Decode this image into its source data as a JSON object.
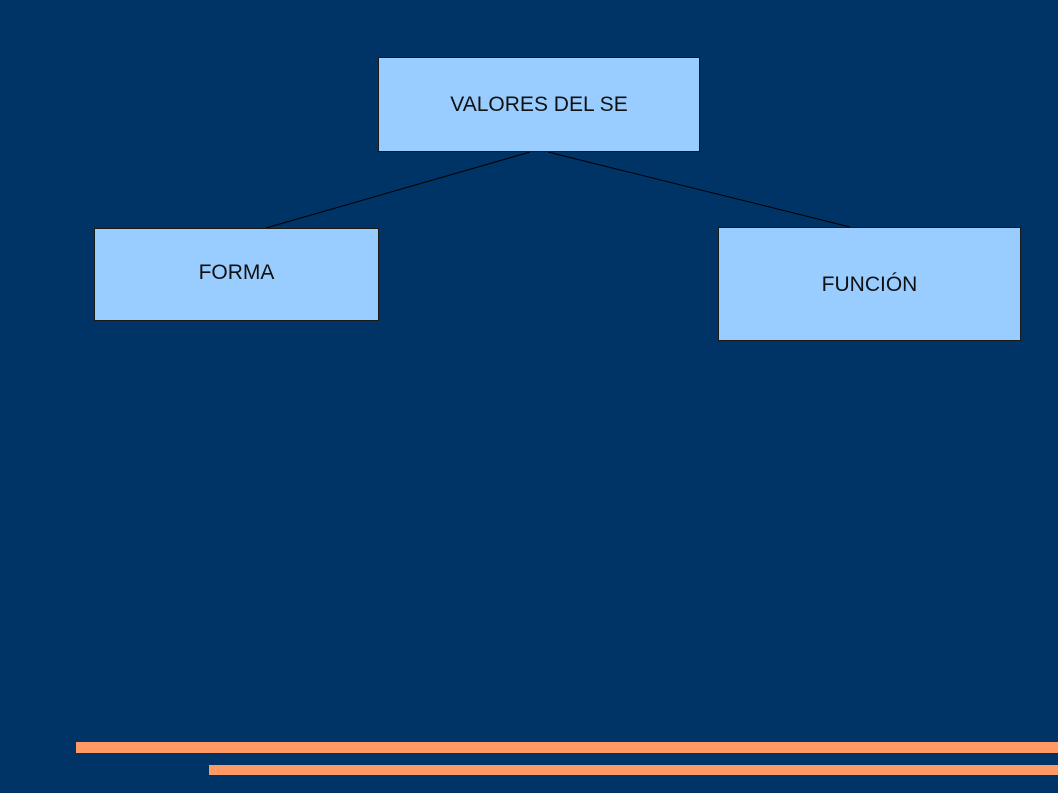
{
  "diagram": {
    "nodes": {
      "root": {
        "label": "VALORES DEL SE"
      },
      "left": {
        "label": "FORMA"
      },
      "right": {
        "label": "FUNCIÓN"
      }
    },
    "edges": [
      {
        "from": "root",
        "to": "left"
      },
      {
        "from": "root",
        "to": "right"
      }
    ]
  },
  "colors": {
    "background": "#003366",
    "node_fill": "#99ccff",
    "node_border": "#1a1a1a",
    "accent_bar": "#ff9966"
  }
}
